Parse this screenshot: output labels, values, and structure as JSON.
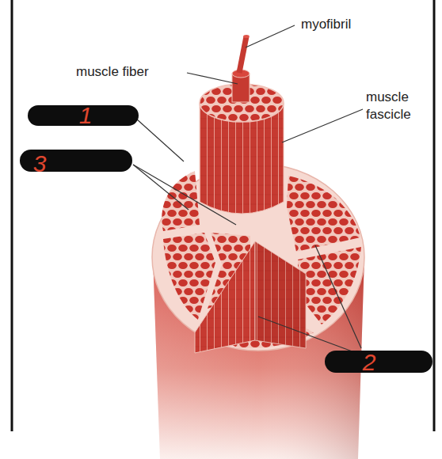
{
  "diagram": {
    "labels": [
      "myofibril",
      "muscle fiber",
      "1",
      "muscle fascicle",
      "3",
      "2"
    ]
  }
}
